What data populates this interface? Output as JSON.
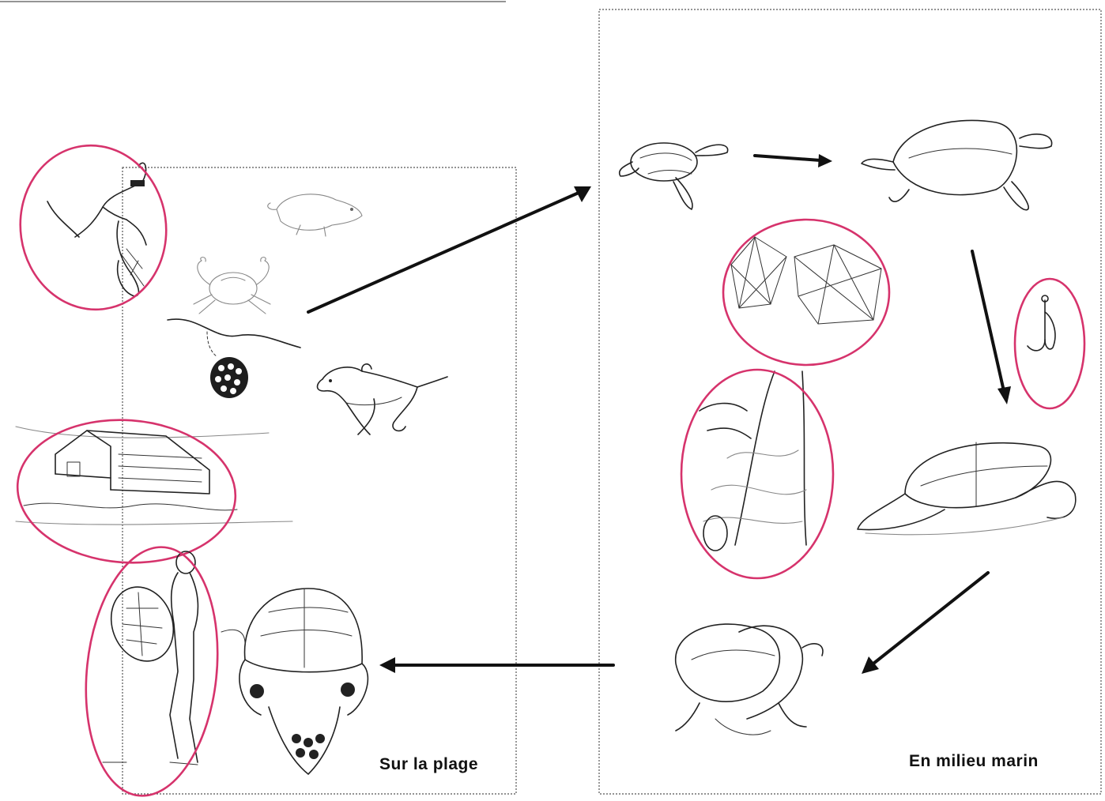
{
  "labels": {
    "beach": "Sur la plage",
    "sea": "En milieu marin"
  },
  "colors": {
    "threat_outline": "#d6336c",
    "ink": "#222222",
    "background": "#ffffff"
  },
  "illustrations": {
    "beach": [
      "person collecting eggs with bag",
      "rat",
      "crab",
      "egg clutch buried in sand",
      "dog digging",
      "beach house",
      "person carrying turtle",
      "nesting turtle laying eggs"
    ],
    "sea": [
      "hatchling turtle",
      "juvenile turtle",
      "plastic bags",
      "fishing hook",
      "fishing net",
      "adult turtle",
      "mating turtles"
    ]
  }
}
